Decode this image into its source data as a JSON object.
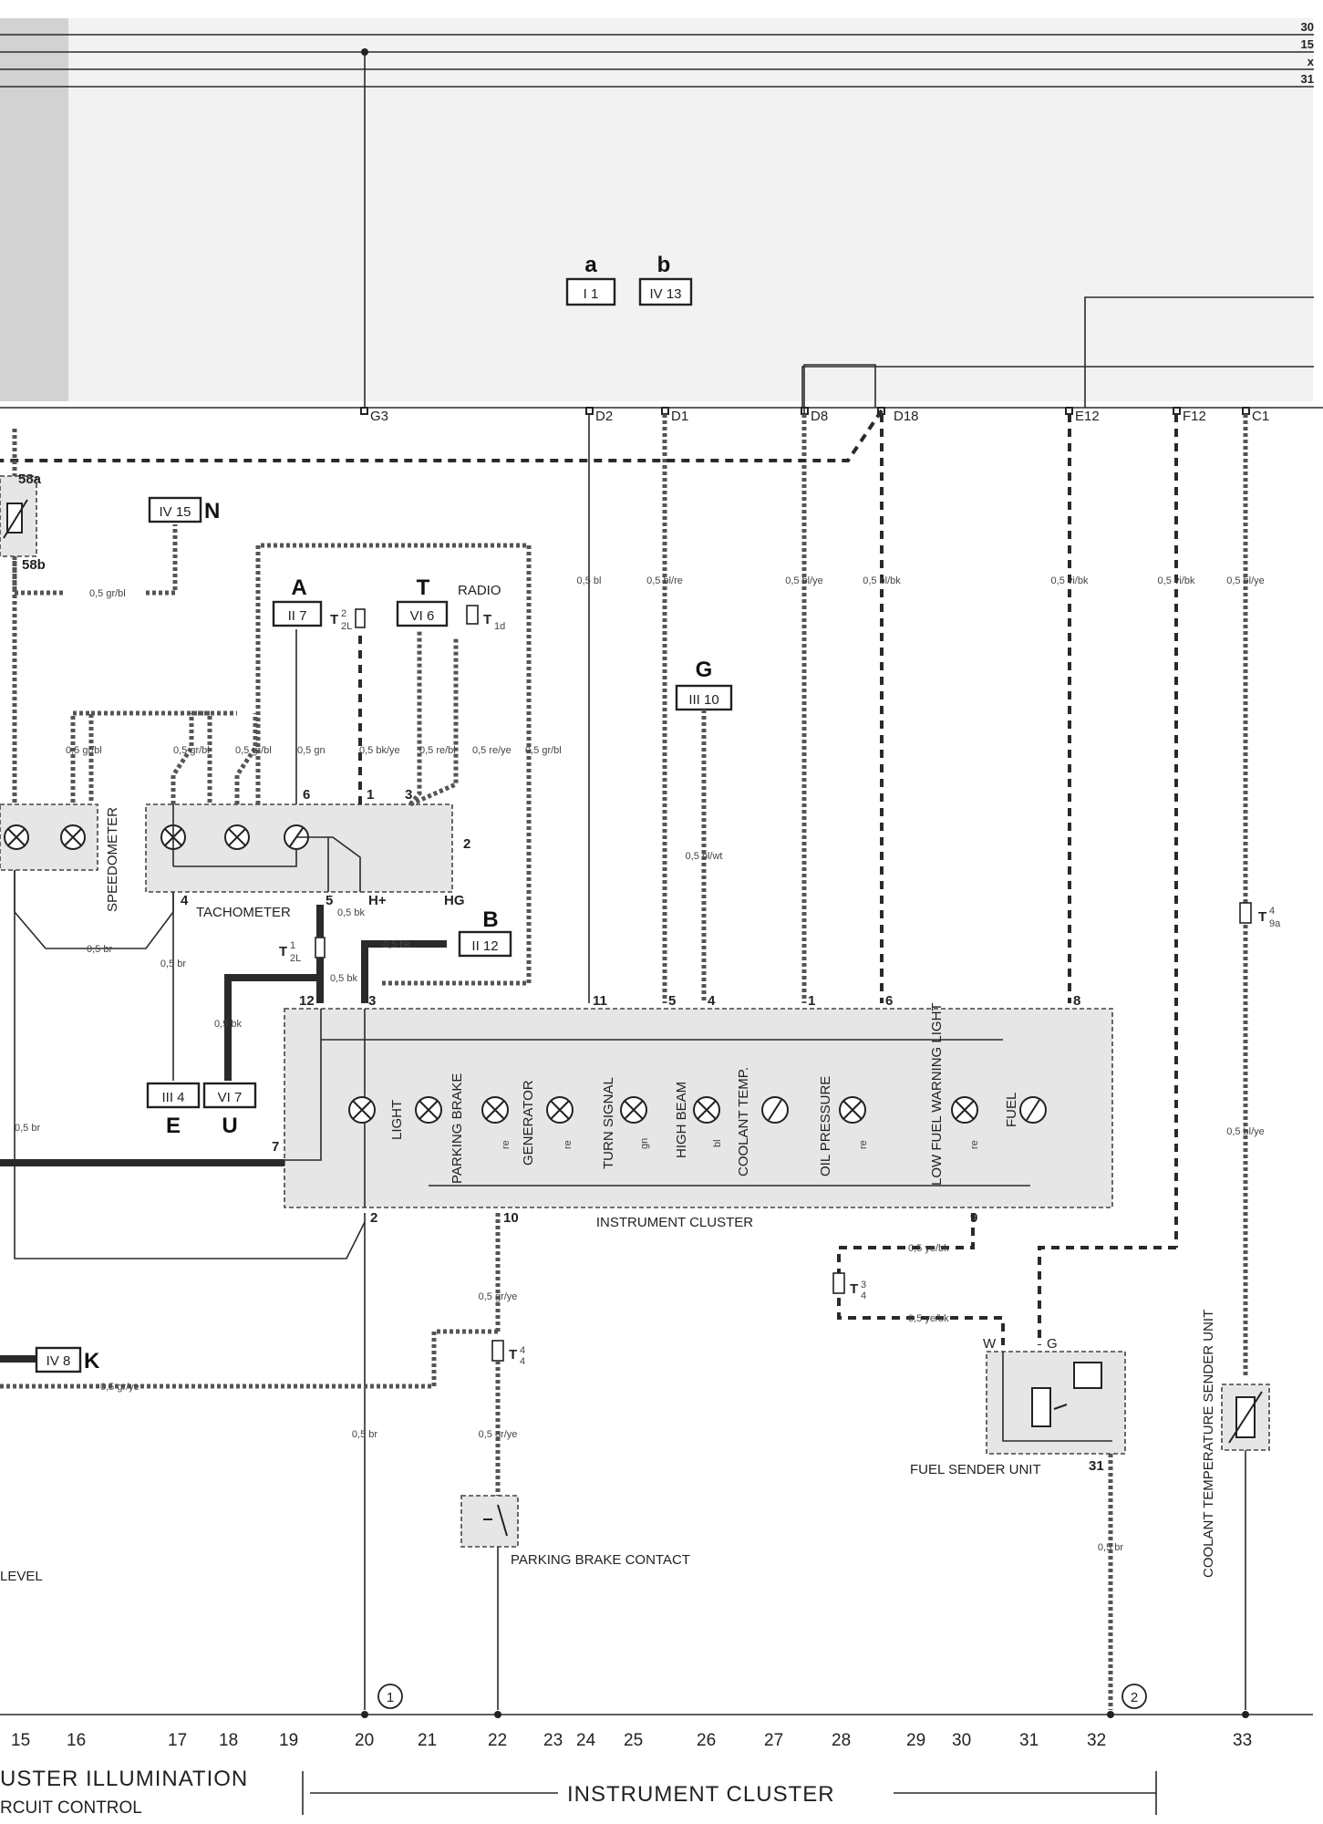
{
  "bus_lines": [
    "30",
    "15",
    "x",
    "31"
  ],
  "fuses": [
    {
      "letter": "a",
      "ref": "I 1"
    },
    {
      "letter": "b",
      "ref": "IV 13"
    }
  ],
  "top_pins": [
    "G3",
    "D2",
    "D1",
    "D8",
    "D18",
    "E12",
    "F12",
    "C1"
  ],
  "wire_labels": [
    "0,5 gr/bl",
    "0,5 bl",
    "0,5 bl/re",
    "0,5 bl/ye",
    "0,5 bl/bk",
    "0,5 vi/bk",
    "0,5 vi/bk",
    "0,5 bl/ye",
    "0,5 gr/bl",
    "0,5 gr/bl",
    "0,5 gr/bl",
    "0,5 gr/bl",
    "0,5 gn",
    "0,5 bk/ye",
    "0,5 re/bl",
    "0,5 re/ye",
    "0,5 gr/bl",
    "0,5 bl/wt",
    "0,5 br",
    "0,5 br",
    "0,5 bk",
    "0,5 bk",
    "0,5 bk",
    "0,5 br",
    "0,5 ye/bk",
    "0,5 ye/bk",
    "0,5 gr/ye",
    "0,5 gr/ye",
    "0,5 gr/ye",
    "0,5 br",
    "0,5 br",
    "0,5 bl/ye"
  ],
  "components": {
    "N": {
      "letter": "N",
      "ref": "IV 15"
    },
    "A": {
      "letter": "A",
      "ref": "II 7"
    },
    "T": {
      "letter": "T",
      "ref": "VI 6"
    },
    "radio": "RADIO",
    "G": {
      "letter": "G",
      "ref": "III 10"
    },
    "B": {
      "letter": "B",
      "ref": "II 12"
    },
    "E": {
      "letter": "E",
      "ref": "III 4"
    },
    "U": {
      "letter": "U",
      "ref": "VI 7"
    },
    "K": {
      "letter": "K",
      "ref": "IV 8"
    }
  },
  "terminals": {
    "t58a": "58a",
    "t58b": "58b",
    "T2": "T",
    "T2sub": "2L",
    "T2sup": "2",
    "T1": "T",
    "T1sub": "1d",
    "T2L1": "T",
    "T2L1sub": "2L",
    "T2L1sup": "1",
    "T9a": "T",
    "T9asub": "9a",
    "T9asup": "4",
    "T4a": "T",
    "T4asub": "4",
    "T4asup": "3",
    "T4b": "T",
    "T4bsub": "4",
    "T4bsup": "4"
  },
  "speedometer_label": "SPEEDOMETER",
  "tachometer_label": "TACHOMETER",
  "tach_pins": [
    "6",
    "1",
    "3",
    "2",
    "4",
    "5",
    "H+",
    "HG"
  ],
  "cluster": {
    "label": "INSTRUMENT CLUSTER",
    "top_pins": [
      "12",
      "3",
      "11",
      "5",
      "4",
      "1",
      "6",
      "8"
    ],
    "side_pins": [
      "7",
      "2",
      "10",
      "9"
    ],
    "indicators": [
      {
        "label": "LIGHT",
        "wire": ""
      },
      {
        "label": "PARKING BRAKE",
        "wire": ""
      },
      {
        "label": "GENERATOR",
        "wire": "re"
      },
      {
        "label": "TURN SIGNAL",
        "wire": "re"
      },
      {
        "label": "HIGH BEAM",
        "wire": "gn"
      },
      {
        "label": "COOLANT TEMP.",
        "wire": "bl"
      },
      {
        "label": "OIL PRESSURE",
        "wire": ""
      },
      {
        "label": "LOW FUEL WARNING LIGHT",
        "wire": "re"
      },
      {
        "label": "FUEL",
        "wire": "re"
      }
    ]
  },
  "fuel_sender": {
    "label": "FUEL SENDER UNIT",
    "pins": [
      "W",
      "G",
      "31"
    ]
  },
  "coolant_sender": "COOLANT TEMPERATURE SENDER UNIT",
  "parking_brake_contact": "PARKING BRAKE CONTACT",
  "level_label": "LEVEL",
  "ground_marks": [
    "1",
    "2"
  ],
  "ticks": [
    "15",
    "16",
    "17",
    "18",
    "19",
    "20",
    "21",
    "22",
    "23",
    "24",
    "25",
    "26",
    "27",
    "28",
    "29",
    "30",
    "31",
    "32",
    "33"
  ],
  "footer": {
    "left1": "USTER ILLUMINATION",
    "left2": "RCUIT CONTROL",
    "right": "INSTRUMENT CLUSTER"
  }
}
